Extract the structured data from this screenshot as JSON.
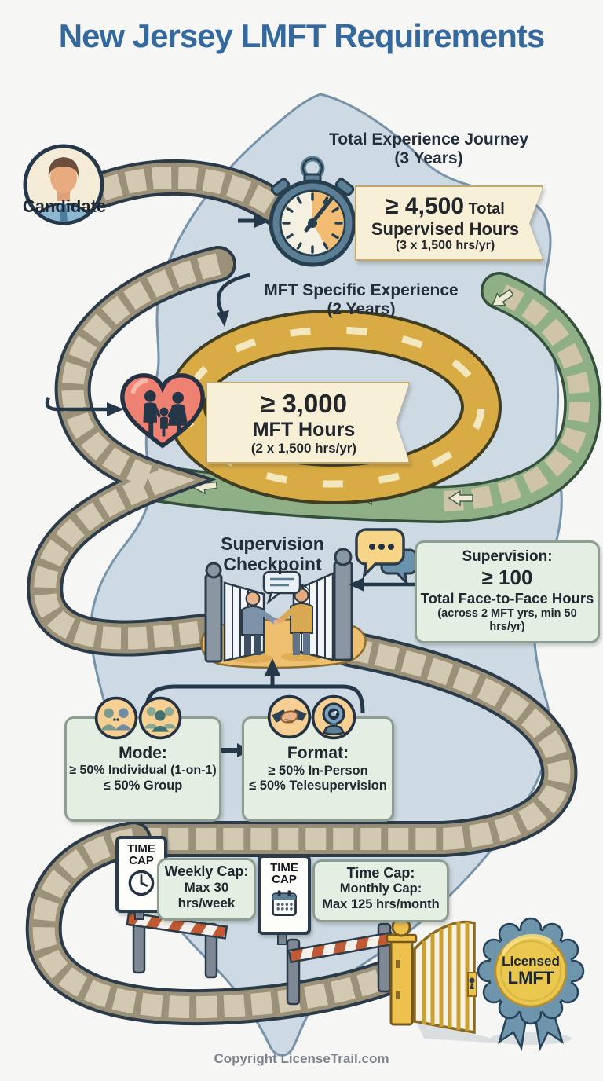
{
  "title": "New Jersey LMFT Requirements",
  "candidate": {
    "label": "Candidate"
  },
  "total_experience": {
    "heading1": "Total Experience Journey",
    "heading2": "(3 Years)",
    "value": "≥ 4,500",
    "value_suffix": " Total",
    "line2": "Supervised Hours",
    "line3": "(3 x 1,500 hrs/yr)"
  },
  "mft_experience": {
    "heading1": "MFT Specific Experience",
    "heading2": "(2 Years)",
    "value": "≥ 3,000",
    "line2": "MFT Hours",
    "line3": "(2 x 1,500 hrs/yr)"
  },
  "supervision": {
    "heading1": "Supervision",
    "heading2": "Checkpoint",
    "box1": "Supervision:",
    "box2": "≥ 100",
    "box3": "Total Face-to-Face Hours",
    "box4": "(across 2 MFT yrs, min 50 hrs/yr)"
  },
  "mode": {
    "heading": "Mode:",
    "line1": "≥ 50% Individual (1-on-1)",
    "line2": "≤ 50% Group"
  },
  "format": {
    "heading": "Format:",
    "line1": "≥ 50% In-Person",
    "line2": "≤ 50% Telesupervision"
  },
  "weekly_cap": {
    "sign": "TIME CAP",
    "line1": "Weekly Cap:",
    "line2": "Max 30",
    "line3": "hrs/week"
  },
  "monthly_cap": {
    "sign": "TIME CAP",
    "line1": "Time Cap:",
    "line2": "Monthly Cap:",
    "line3": "Max 125 hrs/month"
  },
  "badge": {
    "line1": "Licensed",
    "line2": "LMFT"
  },
  "footer": "Copyright LicenseTrail.com",
  "icons": {
    "avatar": "candidate-avatar-icon",
    "stopwatch": "stopwatch-icon",
    "heart_family": "heart-family-icon",
    "chat_bubble": "chat-bubble-icon",
    "individual": "individual-supervision-icon",
    "group": "group-supervision-icon",
    "handshake": "handshake-icon",
    "webcam": "webcam-icon",
    "clock": "clock-icon",
    "calendar": "calendar-icon",
    "badge": "licensed-lmft-badge-icon",
    "gate": "golden-gate-icon"
  },
  "colors": {
    "title": "#35689c",
    "heading_text": "#232e3a",
    "banner_bg": "#f8efd7",
    "banner_border": "#bfa76f",
    "green_box_bg": "#e4eee2",
    "green_box_border": "#8d9d92",
    "navy": "#24384a",
    "map_fill": "#cdd9e3",
    "stone": "#d3c9b2",
    "gold_road": "#d8ab45",
    "green_road": "#8fb087",
    "heart": "#ef8173",
    "icon_circle": "#f6cf92",
    "badge_gold": "#eac74f",
    "badge_blue": "#6f95ac",
    "barrier_red": "#c05a35",
    "gate_gold": "#ecc14d",
    "footer_text": "#7d838c"
  }
}
